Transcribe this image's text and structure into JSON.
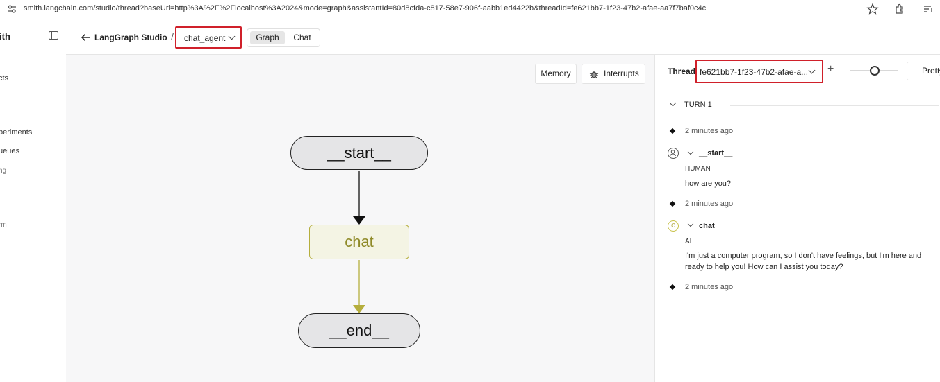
{
  "browser": {
    "url": "smith.langchain.com/studio/thread?baseUrl=http%3A%2F%2Flocalhost%3A2024&mode=graph&assistantId=80d8cfda-c817-58e7-906f-aabb1ed4422b&threadId=fe621bb7-1f23-47b2-afae-aa7f7baf0c4c"
  },
  "sidebar": {
    "brand": "ith",
    "items": [
      {
        "label": "cts"
      },
      {
        "label": "periments"
      },
      {
        "label": "ueues"
      },
      {
        "label": "ng"
      },
      {
        "label": "rm"
      }
    ]
  },
  "header": {
    "title": "LangGraph Studio",
    "separator": "/",
    "assistant": "chat_agent",
    "tabs": [
      {
        "label": "Graph",
        "active": true
      },
      {
        "label": "Chat",
        "active": false
      }
    ]
  },
  "canvas": {
    "memory_label": "Memory",
    "interrupts_label": "Interrupts",
    "nodes": {
      "start": "__start__",
      "chat": "chat",
      "end": "__end__"
    },
    "colors": {
      "chat_accent": "#b5ae3d",
      "chat_text": "#8f8a28"
    }
  },
  "panel": {
    "thread_label": "Thread",
    "thread_id": "fe621bb7-1f23-47b2-afae-a...",
    "plus": "+",
    "view_mode": "Pretty",
    "turn_label": "TURN 1",
    "timestamps": [
      "2 minutes ago",
      "2 minutes ago",
      "2 minutes ago"
    ],
    "steps": [
      {
        "node": "__start__",
        "role": "HUMAN",
        "avatar": "person-icon",
        "message": "how are you?"
      },
      {
        "node": "chat",
        "role": "AI",
        "avatar_letter": "C",
        "message": "I'm just a computer program, so I don't have feelings, but I'm here and ready to help you! How can I assist you today?"
      }
    ]
  }
}
